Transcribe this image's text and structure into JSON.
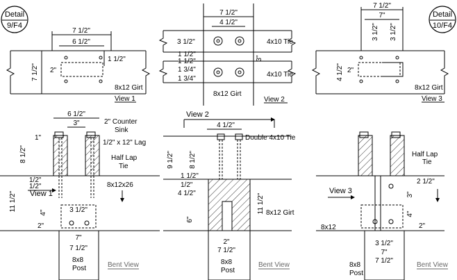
{
  "details": {
    "left": {
      "line1": "Detail",
      "line2": "9/F4"
    },
    "right": {
      "line1": "Detail",
      "line2": "10/F4"
    }
  },
  "dims": {
    "seven_half": "7 1/2\"",
    "six_half": "6 1/2\"",
    "four_half": "4 1/2\"",
    "three_half": "3 1/2\"",
    "one_half": "1 1/2\"",
    "one_three_quarter": "1 3/4\"",
    "two_half": "2 1/2\"",
    "eight_half": "8 1/2\"",
    "nine_half": "9 1/2\"",
    "eleven_half": "11 1/2\"",
    "half": "1/2\"",
    "one": "1\"",
    "two": "2\"",
    "three": "3\"",
    "four": "4\"",
    "six": "6\"",
    "seven": "7\""
  },
  "labels": {
    "girt": "8x12 Girt",
    "girt_26": "8x12x26",
    "plain_8x12": "8x12",
    "tie_4x10": "4x10 Tie",
    "double_tie": "Double 4x10 Tie",
    "view1": "View 1",
    "view2": "View 2",
    "view3": "View 3",
    "counter_sink_1": "2\" Counter",
    "counter_sink_2": "Sink",
    "lag": "1/2\" x 12\" Lag",
    "half_lap_1": "Half Lap",
    "half_lap_2": "Tie",
    "post_1": "8x8",
    "post_2": "Post",
    "bent_view": "Bent View"
  }
}
